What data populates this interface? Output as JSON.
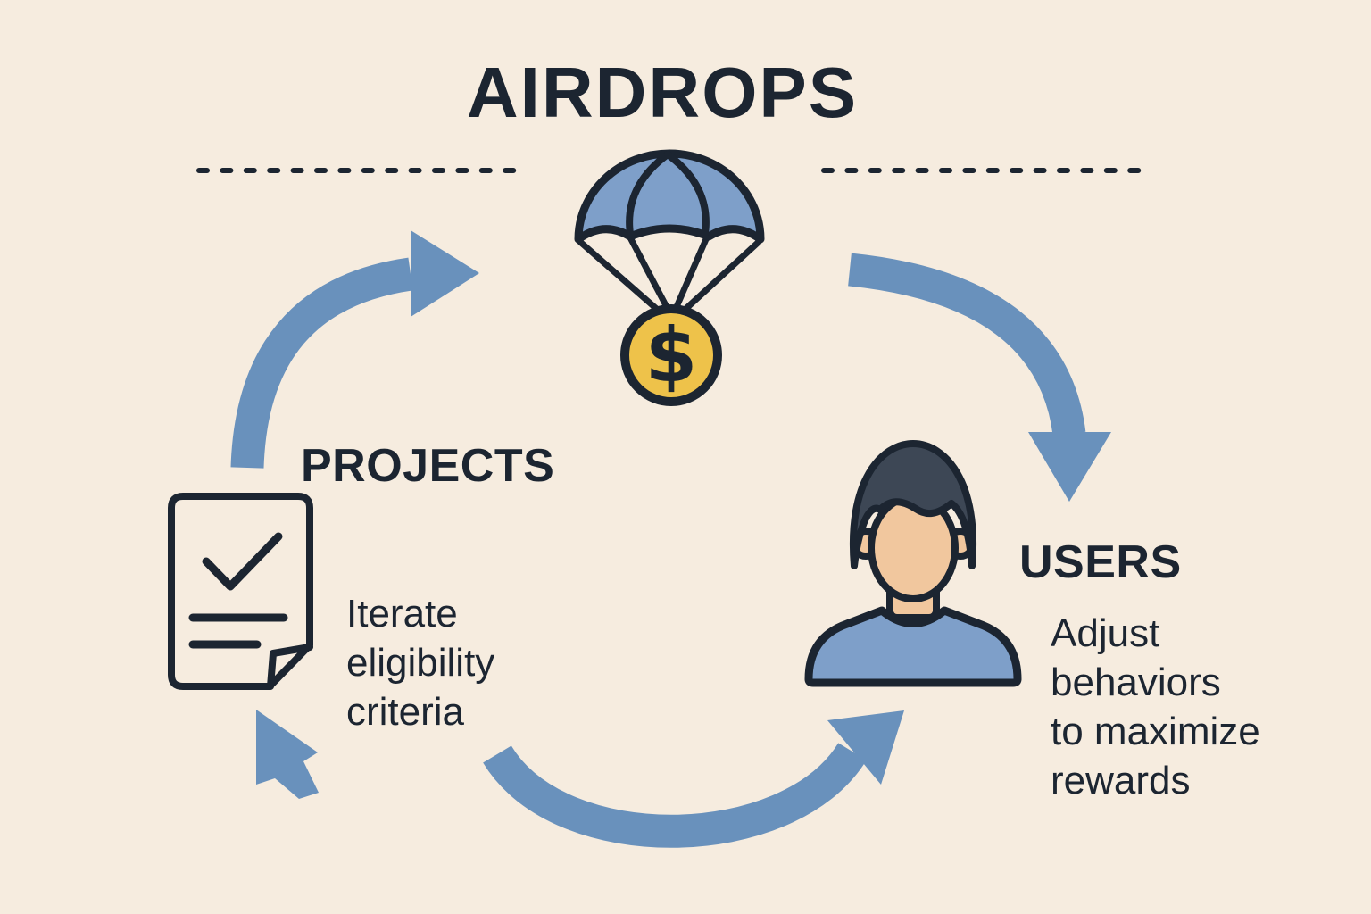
{
  "title": "AIRDROPS",
  "colors": {
    "background": "#f6ecdf",
    "ink": "#1c2531",
    "arrow_blue": "#6991bc",
    "icon_blue": "#7e9fc9",
    "coin_gold": "#eec24a",
    "skin": "#f1c79e",
    "hair": "#3d4755"
  },
  "center_icon": {
    "name": "parachute-coin-icon",
    "coin_symbol": "$"
  },
  "nodes": {
    "projects": {
      "label": "PROJECTS",
      "note": "Iterate\neligibility\ncriteria",
      "icon": "checklist-document-icon"
    },
    "users": {
      "label": "USERS",
      "note": "Adjust\nbehaviors\nto maximize\nrewards",
      "icon": "person-icon"
    }
  },
  "flow": {
    "projects_to_airdrop": "curved-arrow-up-right",
    "airdrop_to_users": "curved-arrow-down-right",
    "users_to_projects_arc": "curved-arrow-up-right",
    "return_to_projects": "cursor-arrow-up-left"
  }
}
